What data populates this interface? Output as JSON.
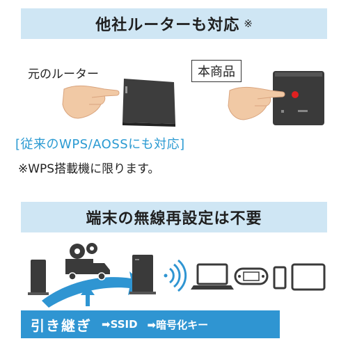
{
  "top": {
    "title": "他社ルーターも対応",
    "mark": "※"
  },
  "old_router_label": "元のルーター",
  "new_product_label": "本商品",
  "compat_text": "[従来のWPS/AOSSにも対応]",
  "note_text": "※WPS搭載機に限ります。",
  "bottom": {
    "title": "端末の無線再設定は不要"
  },
  "handover": {
    "title": "引き継ぎ",
    "items": [
      "➡SSID",
      "➡暗号化キー"
    ]
  },
  "colors": {
    "banner_bg": "#cfe6f4",
    "accent_blue": "#2f95d2",
    "router_dark": "#3a3a3a",
    "indicator_red": "#e02020"
  }
}
